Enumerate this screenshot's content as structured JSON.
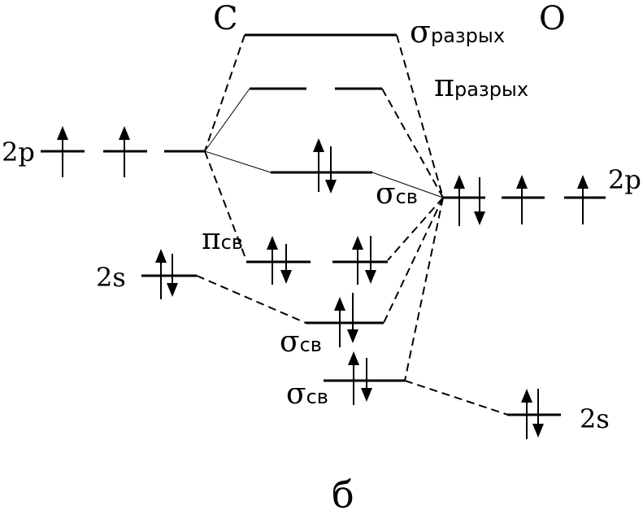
{
  "atoms": {
    "left": "C",
    "right": "O"
  },
  "labels": {
    "sigma_antibonding": "σ",
    "sigma_antibonding_sub": "разрых",
    "pi_antibonding": "π",
    "pi_antibonding_sub": "разрых",
    "sigma_bonding_2p": "σ",
    "sigma_bonding_2p_sub": "св",
    "pi_bonding": "π",
    "pi_bonding_sub": "св",
    "sigma_bonding_2s_star": "σ",
    "sigma_bonding_2s_star_sub": "св",
    "sigma_bonding_2s": "σ",
    "sigma_bonding_2s_sub": "св",
    "c_2p": "2p",
    "c_2s": "2s",
    "o_2p": "2p",
    "o_2s": "2s"
  },
  "caption": "б"
}
